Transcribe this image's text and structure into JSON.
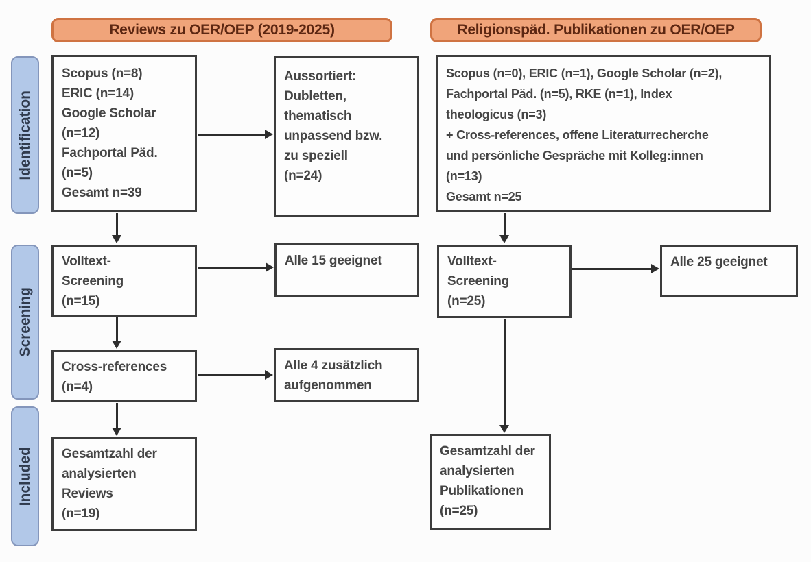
{
  "headers": {
    "left": "Reviews zu OER/OEP (2019-2025)",
    "right": "Religionspäd. Publikationen zu OER/OEP"
  },
  "stages": {
    "identification": "Identification",
    "screening": "Screening",
    "included": "Included"
  },
  "left_flow": {
    "sources": "Scopus (n=8)\nERIC (n=14)\nGoogle Scholar\n(n=12)\nFachportal Päd.\n(n=5)\nGesamt n=39",
    "excluded": "Aussortiert:\nDubletten,\nthematisch\nunpassend bzw.\nzu speziell\n(n=24)",
    "fulltext": "Volltext-\nScreening\n(n=15)",
    "fulltext_result": "Alle 15 geeignet",
    "crossref": "Cross-references\n(n=4)",
    "crossref_result": "Alle 4 zusätzlich\naufgenommen",
    "included": "Gesamtzahl der\nanalysierten\nReviews\n(n=19)"
  },
  "right_flow": {
    "sources": "Scopus (n=0), ERIC (n=1), Google Scholar (n=2),\nFachportal Päd. (n=5), RKE (n=1), Index\ntheologicus (n=3)\n+ Cross-references, offene Literaturrecherche\nund persönliche Gespräche mit Kolleg:innen\n(n=13)\nGesamt n=25",
    "fulltext": "Volltext-\nScreening\n(n=25)",
    "fulltext_result": "Alle 25 geeignet",
    "included": "Gesamtzahl der\nanalysierten\nPublikationen\n(n=25)"
  },
  "colors": {
    "header_fill": "#f0a47a",
    "header_border": "#cf7342",
    "header_text": "#5c2712",
    "stage_fill": "#b2c8e8",
    "stage_border": "#8496bb",
    "stage_text": "#303b4e",
    "box_border": "#3c3c3c",
    "box_text": "#454545",
    "arrow": "#2d2d2d"
  }
}
